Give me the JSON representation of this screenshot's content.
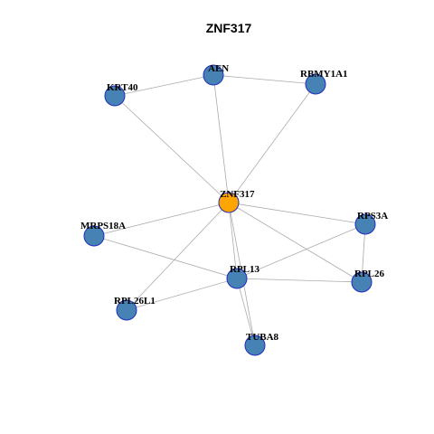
{
  "title": "ZNF317",
  "colors": {
    "hub_fill": "#ffa500",
    "node_fill": "#4682b4",
    "node_stroke": "#1f2dbf",
    "edge": "#ababab"
  },
  "nodes": [
    {
      "id": "ZNF317",
      "label": "ZNF317",
      "hub": true
    },
    {
      "id": "AEN",
      "label": "AEN"
    },
    {
      "id": "RBMY1A1",
      "label": "RBMY1A1"
    },
    {
      "id": "KRT40",
      "label": "KRT40"
    },
    {
      "id": "MRPS18A",
      "label": "MRPS18A"
    },
    {
      "id": "RPS3A",
      "label": "RPS3A"
    },
    {
      "id": "RPL13",
      "label": "RPL13"
    },
    {
      "id": "RPL26",
      "label": "RPL26"
    },
    {
      "id": "RPL26L1",
      "label": "RPL26L1"
    },
    {
      "id": "TUBA8",
      "label": "TUBA8"
    }
  ],
  "edges": [
    [
      "KRT40",
      "AEN"
    ],
    [
      "AEN",
      "RBMY1A1"
    ],
    [
      "KRT40",
      "ZNF317"
    ],
    [
      "AEN",
      "ZNF317"
    ],
    [
      "RBMY1A1",
      "ZNF317"
    ],
    [
      "ZNF317",
      "MRPS18A"
    ],
    [
      "ZNF317",
      "RPS3A"
    ],
    [
      "ZNF317",
      "RPL26"
    ],
    [
      "ZNF317",
      "RPL26L1"
    ],
    [
      "ZNF317",
      "TUBA8"
    ],
    [
      "ZNF317",
      "RPL13"
    ],
    [
      "MRPS18A",
      "RPL13"
    ],
    [
      "RPL13",
      "RPS3A"
    ],
    [
      "RPL13",
      "RPL26"
    ],
    [
      "RPL13",
      "RPL26L1"
    ],
    [
      "RPL13",
      "TUBA8"
    ],
    [
      "RPS3A",
      "RPL26"
    ]
  ]
}
